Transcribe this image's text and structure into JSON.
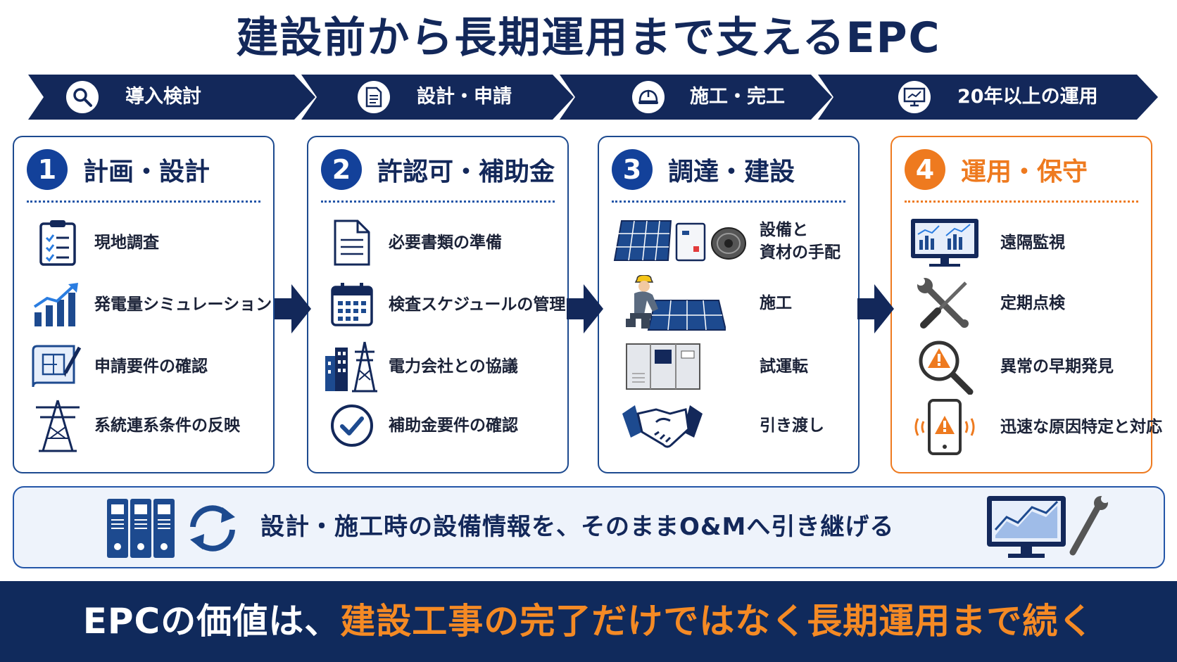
{
  "title": "建設前から長期運用まで支えるEPC",
  "colors": {
    "navy": "#13285a",
    "blue": "#13419a",
    "orange": "#ee7a1f",
    "strip_bg": "#eef3fb"
  },
  "steps": [
    {
      "label": "導入検討",
      "icon": "search-icon"
    },
    {
      "label": "設計・申請",
      "icon": "document-icon"
    },
    {
      "label": "施工・完工",
      "icon": "hardhat-icon"
    },
    {
      "label": "20年以上の運用",
      "icon": "monitor-chart-icon"
    }
  ],
  "panels": [
    {
      "number": "1",
      "title": "計画・設計",
      "items": [
        {
          "text": "現地調査",
          "icon": "clipboard-checklist-icon"
        },
        {
          "text": "発電量シミュレーション",
          "icon": "bar-chart-rising-icon"
        },
        {
          "text": "申請要件の確認",
          "icon": "blueprint-pencil-icon"
        },
        {
          "text": "系統連系条件の反映",
          "icon": "power-tower-icon"
        }
      ]
    },
    {
      "number": "2",
      "title": "許認可・補助金",
      "items": [
        {
          "text": "必要書類の準備",
          "icon": "document-icon"
        },
        {
          "text": "検査スケジュールの管理",
          "icon": "calendar-icon"
        },
        {
          "text": "電力会社との協議",
          "icon": "building-tower-icon"
        },
        {
          "text": "補助金要件の確認",
          "icon": "check-circle-icon"
        }
      ]
    },
    {
      "number": "3",
      "title": "調達・建設",
      "items": [
        {
          "text1": "設備と",
          "text2": "資材の手配",
          "icon": "solar-panel-equipment-icon"
        },
        {
          "text": "施工",
          "icon": "worker-installing-panel-icon"
        },
        {
          "text": "試運転",
          "icon": "inverter-cabinet-icon"
        },
        {
          "text": "引き渡し",
          "icon": "handshake-icon"
        }
      ]
    },
    {
      "number": "4",
      "title": "運用・保守",
      "items": [
        {
          "text": "遠隔監視",
          "icon": "monitor-chart-icon"
        },
        {
          "text": "定期点検",
          "icon": "wrench-screwdriver-icon"
        },
        {
          "text": "異常の早期発見",
          "icon": "magnifier-warning-icon"
        },
        {
          "text": "迅速な原因特定と対応",
          "icon": "phone-alert-icon"
        }
      ]
    }
  ],
  "handover": {
    "text": "設計・施工時の設備情報を、そのままO&Mへ引き継げる"
  },
  "footer": {
    "lead": "EPCの価値は、",
    "highlight": "建設工事の完了だけではなく長期運用まで続く"
  }
}
